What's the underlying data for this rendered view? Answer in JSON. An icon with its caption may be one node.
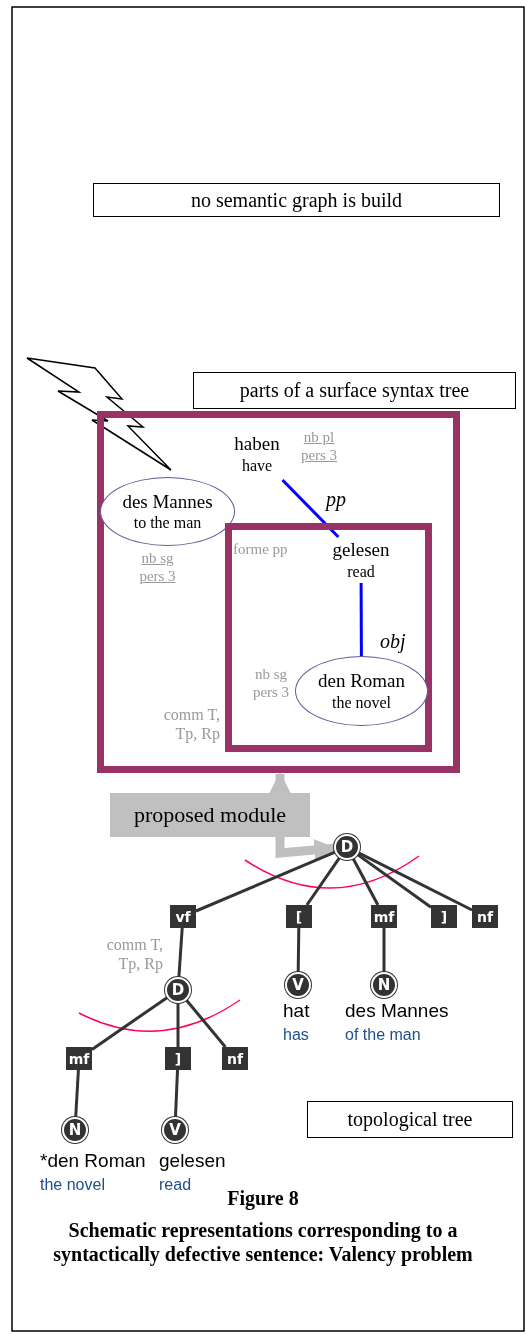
{
  "diagram": {
    "caption": "Figure 8",
    "nodes": [
      {
        "text": [
          "no semantic graph is build"
        ]
      },
      {
        "text": [
          "parts of a surface syntax tree"
        ]
      },
      {
        "text": [],
        "shape": "box"
      },
      {
        "text": [
          "haben",
          "have"
        ],
        "beside": [
          "nb pl pers 3"
        ],
        "in": 2
      },
      {
        "text": [
          "des Mannes",
          "to the man"
        ],
        "beside": [
          "nb sg pers 3"
        ],
        "in": 2
      },
      {
        "text": [],
        "shape": "box",
        "in": 2
      },
      {
        "text": [
          "gelesen",
          "read"
        ],
        "in": 5
      },
      {
        "text": [
          "den Roman",
          "the novel"
        ],
        "beside": [
          "nb sg pers 3"
        ],
        "in": 5
      },
      {
        "text": [
          "proposed module"
        ]
      },
      {
        "text": [
          "D"
        ]
      },
      {
        "text": [
          "vf"
        ]
      },
      {
        "text": [
          "["
        ]
      },
      {
        "text": [
          "mf"
        ]
      },
      {
        "text": [
          "]"
        ]
      },
      {
        "text": [
          "nf"
        ]
      },
      {
        "text": [
          "D"
        ]
      },
      {
        "text": [
          "V"
        ],
        "beside": [
          "hat",
          "has"
        ]
      },
      {
        "text": [
          "N"
        ],
        "beside": [
          "des Mannes",
          "of the man"
        ]
      },
      {
        "text": [
          "mf"
        ]
      },
      {
        "text": [
          "]"
        ]
      },
      {
        "text": [
          "nf"
        ]
      },
      {
        "text": [
          "N"
        ],
        "beside": [
          "*den Roman",
          "the novel"
        ]
      },
      {
        "text": [
          "V"
        ],
        "beside": [
          "gelesen",
          "read"
        ]
      },
      {
        "text": [
          "topological tree"
        ]
      }
    ],
    "edges": [
      {
        "from": 3,
        "to": 6,
        "arrow": "none",
        "label": "pp",
        "color": "#0000ff"
      },
      {
        "from": 6,
        "to": 7,
        "arrow": "none",
        "label": "obj",
        "color": "#0000ff"
      },
      {
        "from": 8,
        "to": 2,
        "arrow": "to",
        "style": "thick",
        "color": "#bfbfbf"
      },
      {
        "from": 8,
        "to": 9,
        "arrow": "to",
        "style": "thick",
        "color": "#bfbfbf"
      },
      {
        "from": 9,
        "to": 10,
        "arrow": "none"
      },
      {
        "from": 9,
        "to": 11,
        "arrow": "none"
      },
      {
        "from": 9,
        "to": 12,
        "arrow": "none"
      },
      {
        "from": 9,
        "to": 13,
        "arrow": "none"
      },
      {
        "from": 9,
        "to": 14,
        "arrow": "none"
      },
      {
        "from": 10,
        "to": 15,
        "arrow": "none"
      },
      {
        "from": 11,
        "to": 16,
        "arrow": "none"
      },
      {
        "from": 12,
        "to": 17,
        "arrow": "none"
      },
      {
        "from": 15,
        "to": 18,
        "arrow": "none"
      },
      {
        "from": 15,
        "to": 19,
        "arrow": "none"
      },
      {
        "from": 15,
        "to": 20,
        "arrow": "none"
      },
      {
        "from": 18,
        "to": 21,
        "arrow": "none"
      },
      {
        "from": 19,
        "to": 22,
        "arrow": "none"
      }
    ],
    "labels": [
      "forme pp",
      "comm T, Tp, Rp",
      "comm T, Tp, Rp",
      "Schematic representations corresponding to a syntactically defective sentence: Valency problem"
    ]
  }
}
